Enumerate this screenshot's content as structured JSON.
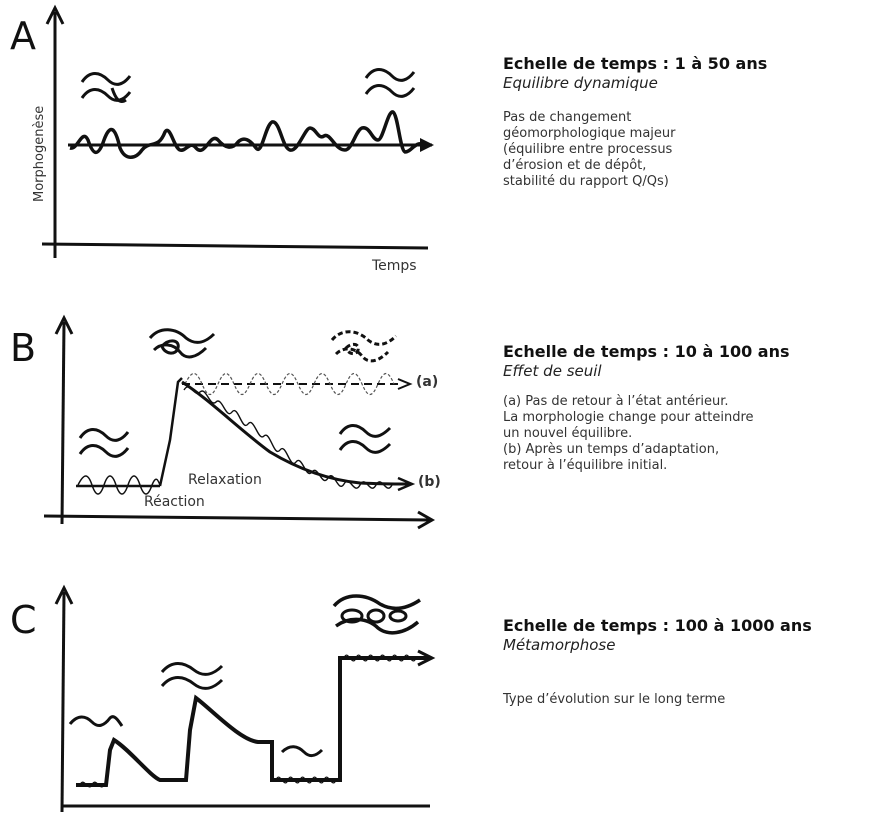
{
  "panels": [
    {
      "letter": "A",
      "scale": "Echelle de temps : 1 à 50 ans",
      "subtitle": "Equilibre dynamique",
      "lines": [
        "Pas de changement",
        "géomorphologique majeur",
        "(équilibre entre processus",
        "d’érosion et de dépôt,",
        "stabilité du rapport Q/Qs)"
      ],
      "ylabel": "Morphogenèse",
      "xlabel": "Temps"
    },
    {
      "letter": "B",
      "scale": "Echelle de temps : 10 à 100 ans",
      "subtitle": "Effet de seuil",
      "lines": [
        "(a) Pas de retour à l’état antérieur.",
        "La morphologie change pour atteindre",
        "un nouvel équilibre.",
        "(b) Après un temps d’adaptation,",
        "retour à l’équilibre initial."
      ],
      "label_a": "(a)",
      "label_b": "(b)",
      "relaxation": "Relaxation",
      "reaction": "Réaction"
    },
    {
      "letter": "C",
      "scale": "Echelle de temps : 100 à 1000 ans",
      "subtitle": "Métamorphose",
      "lines": [
        "Type d’évolution sur le long terme"
      ]
    }
  ]
}
